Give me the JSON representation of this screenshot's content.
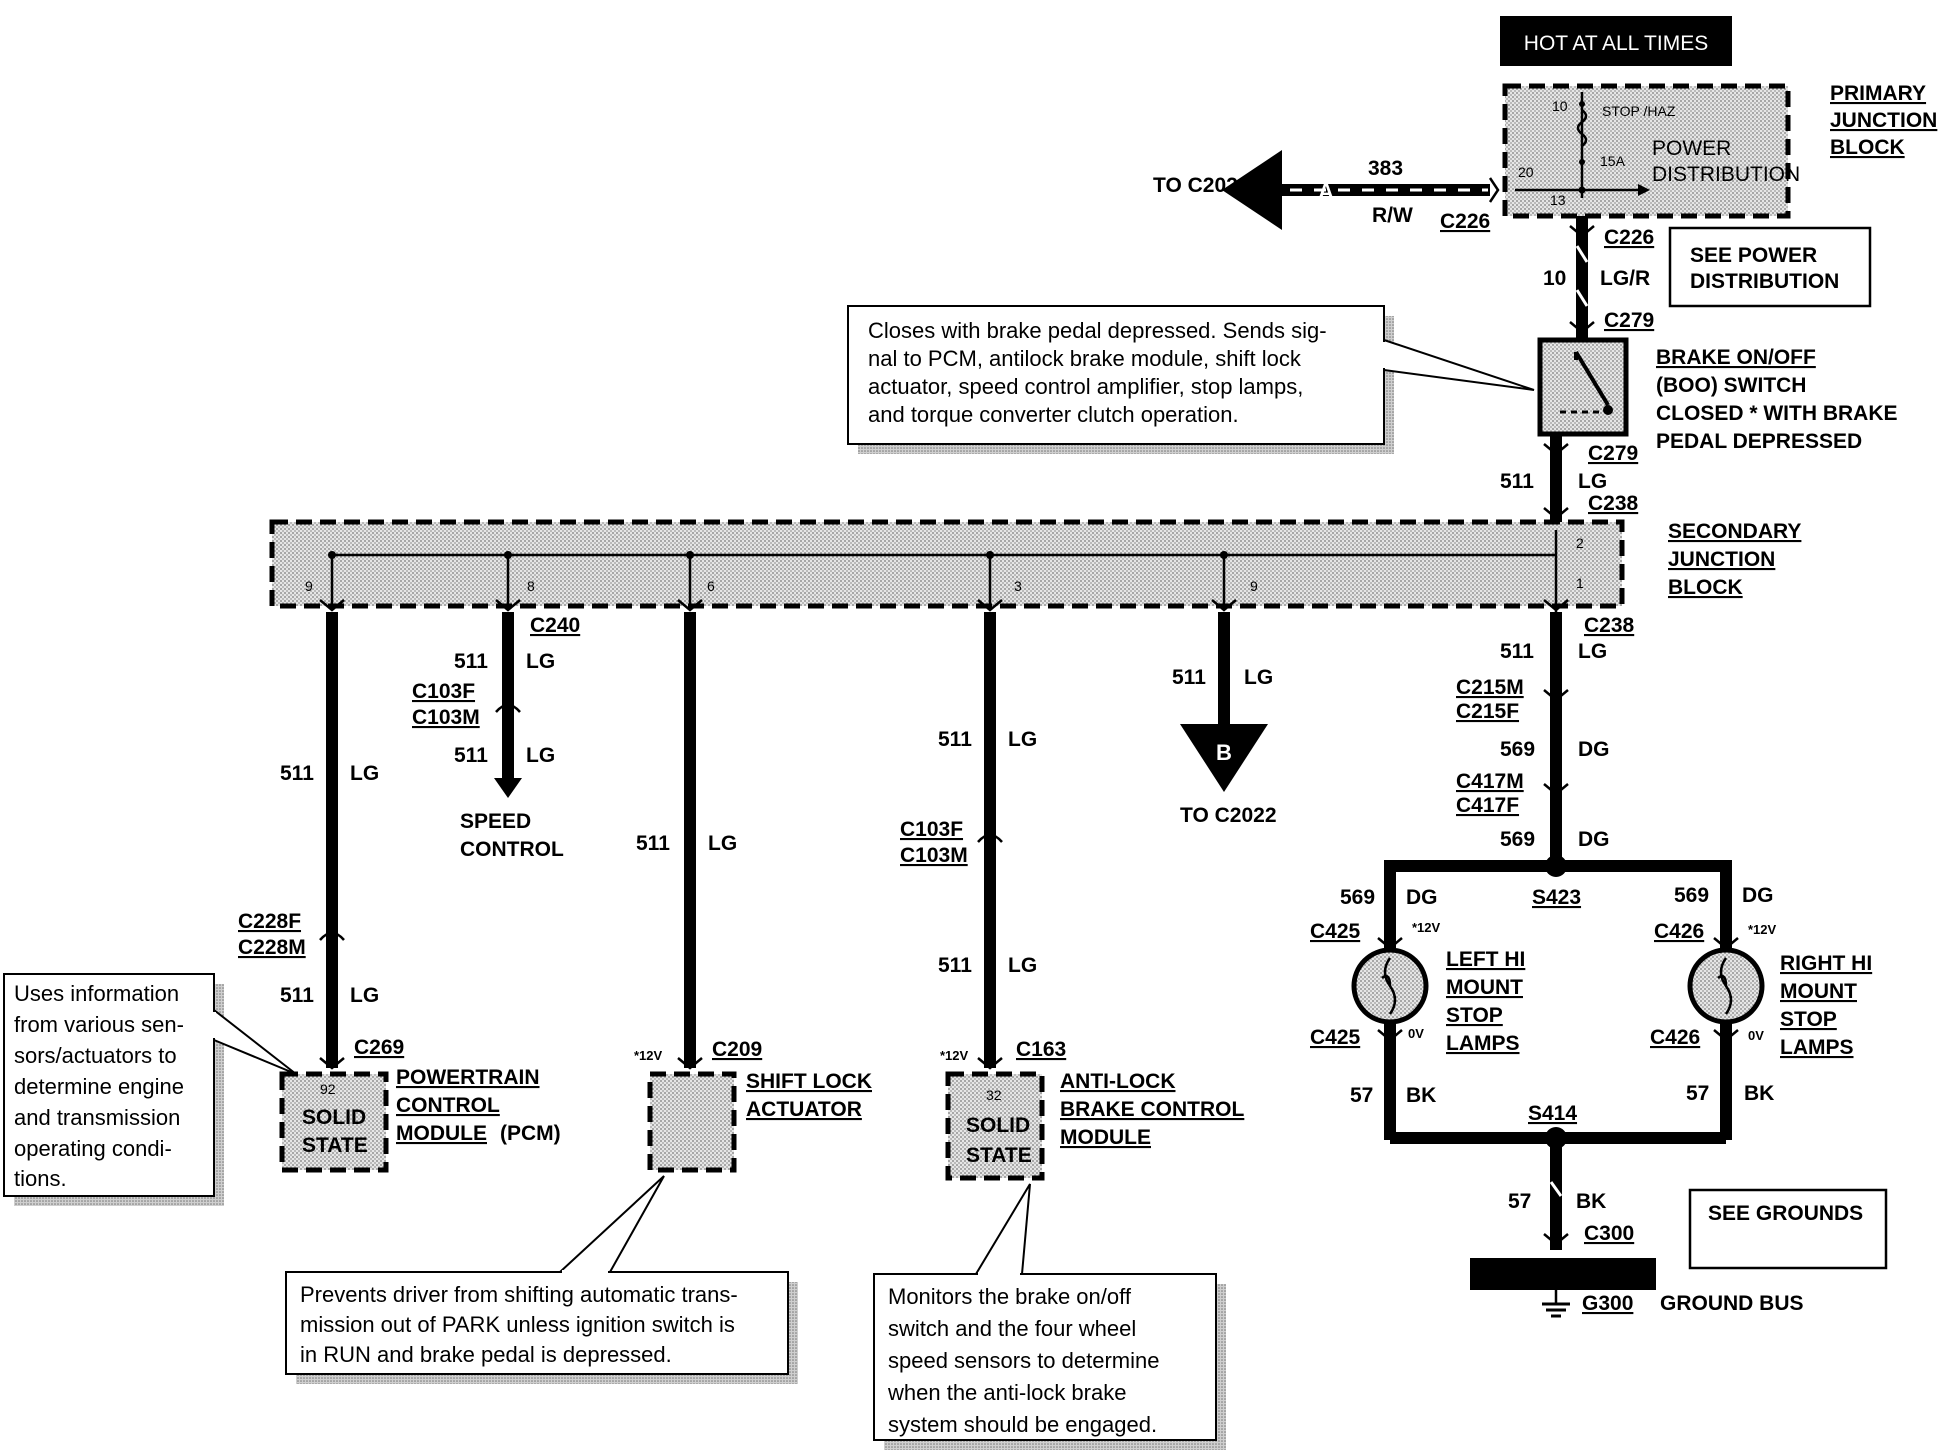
{
  "hot_at_all_times": "HOT AT ALL TIMES",
  "primary_junction_block": {
    "line1": "PRIMARY",
    "line2": "JUNCTION",
    "line3": "BLOCK",
    "fuse_label": "STOP /HAZ",
    "fuse_rating": "15A",
    "pin_top": "10",
    "pin_left": "20",
    "pin_bottom": "13",
    "section1": "POWER",
    "section2": "DISTRIBUTION"
  },
  "see_power_distribution": {
    "line1": "SEE POWER",
    "line2": "DISTRIBUTION"
  },
  "see_grounds": "SEE GROUNDS",
  "to_c2022_a": {
    "text": "TO C2022",
    "letter": "A",
    "circuit": "383",
    "color": "R/W",
    "connector": "C226"
  },
  "to_c2022_b": {
    "text": "TO C2022",
    "letter": "B",
    "circuit": "511",
    "color": "LG"
  },
  "main_feed": {
    "connector_top": "C226",
    "circuit": "10",
    "color": "LG/R",
    "connector_bottom": "C279"
  },
  "boo_switch": {
    "line1": "BRAKE ON/OFF",
    "line2": "(BOO) SWITCH",
    "line3": "CLOSED * WITH BRAKE",
    "line4": "PEDAL DEPRESSED",
    "connector_out": "C279",
    "circuit_out": "511",
    "color_out": "LG",
    "connector_sjb": "C238"
  },
  "secondary_junction_block": {
    "line1": "SECONDARY",
    "line2": "JUNCTION",
    "line3": "BLOCK",
    "pins": [
      "9",
      "8",
      "6",
      "3",
      "9",
      "2",
      "1"
    ]
  },
  "callouts": {
    "boo": [
      "Closes with brake pedal depressed. Sends sig-",
      "nal to PCM, antilock brake module, shift lock",
      "actuator, speed control amplifier, stop lamps,",
      "and torque converter clutch operation."
    ],
    "pcm": [
      "Uses information",
      "from various sen-",
      "sors/actuators to",
      "determine engine",
      "and transmission",
      "operating condi-",
      "tions."
    ],
    "shift_lock": [
      "Prevents driver from shifting automatic trans-",
      "mission out of PARK unless ignition switch is",
      "in RUN and brake pedal is depressed."
    ],
    "abs": [
      "Monitors the brake on/off",
      "switch and the four wheel",
      "speed sensors to determine",
      "when the anti-lock brake",
      "system should be engaged."
    ]
  },
  "pcm_branch": {
    "circuit": "511",
    "color": "LG",
    "conn_a": "C228F",
    "conn_b": "C228M",
    "circuit2": "511",
    "color2": "LG",
    "conn_module": "C269",
    "pin": "92",
    "solid_state1": "SOLID",
    "solid_state2": "STATE",
    "name1": "POWERTRAIN",
    "name2": "CONTROL",
    "name3": "MODULE",
    "name3_suffix": "(PCM)"
  },
  "speed_branch": {
    "connector": "C240",
    "circuit": "511",
    "color": "LG",
    "conn_a": "C103F",
    "conn_b": "C103M",
    "circuit2": "511",
    "color2": "LG",
    "name1": "SPEED",
    "name2": "CONTROL"
  },
  "shift_branch": {
    "circuit": "511",
    "color": "LG",
    "voltage": "*12V",
    "connector": "C209",
    "name1": "SHIFT LOCK",
    "name2": "ACTUATOR"
  },
  "abs_branch": {
    "circuit": "511",
    "color": "LG",
    "conn_a": "C103F",
    "conn_b": "C103M",
    "circuit2": "511",
    "color2": "LG",
    "voltage": "*12V",
    "connector": "C163",
    "pin": "32",
    "solid_state1": "SOLID",
    "solid_state2": "STATE",
    "name1": "ANTI-LOCK",
    "name2": "BRAKE CONTROL",
    "name3": "MODULE"
  },
  "lamp_branch": {
    "conn_sjb": "C238",
    "circuit": "511",
    "color": "LG",
    "conn_a": "C215M",
    "conn_b": "C215F",
    "circuit2": "569",
    "color2": "DG",
    "conn_c": "C417M",
    "conn_d": "C417F",
    "circuit3": "569",
    "color3": "DG",
    "splice": "S423",
    "left": {
      "circuit": "569",
      "color": "DG",
      "conn_top": "C425",
      "voltage_top": "*12V",
      "conn_bottom": "C425",
      "voltage_bottom": "0V",
      "name1": "LEFT HI",
      "name2": "MOUNT",
      "name3": "STOP",
      "name4": "LAMPS",
      "ground_circuit": "57",
      "ground_color": "BK"
    },
    "right": {
      "circuit": "569",
      "color": "DG",
      "conn_top": "C426",
      "voltage_top": "*12V",
      "conn_bottom": "C426",
      "voltage_bottom": "0V",
      "name1": "RIGHT HI",
      "name2": "MOUNT",
      "name3": "STOP",
      "name4": "LAMPS",
      "ground_circuit": "57",
      "ground_color": "BK"
    },
    "ground_splice": "S414",
    "ground_circuit": "57",
    "ground_color": "BK",
    "ground_connector": "C300",
    "ground": "G300",
    "ground_bus": "GROUND BUS"
  },
  "colors": {
    "ink": "#000000",
    "block_fill": "#d9d9d9",
    "shadow": "#bfbfbf",
    "paper": "#ffffff"
  }
}
